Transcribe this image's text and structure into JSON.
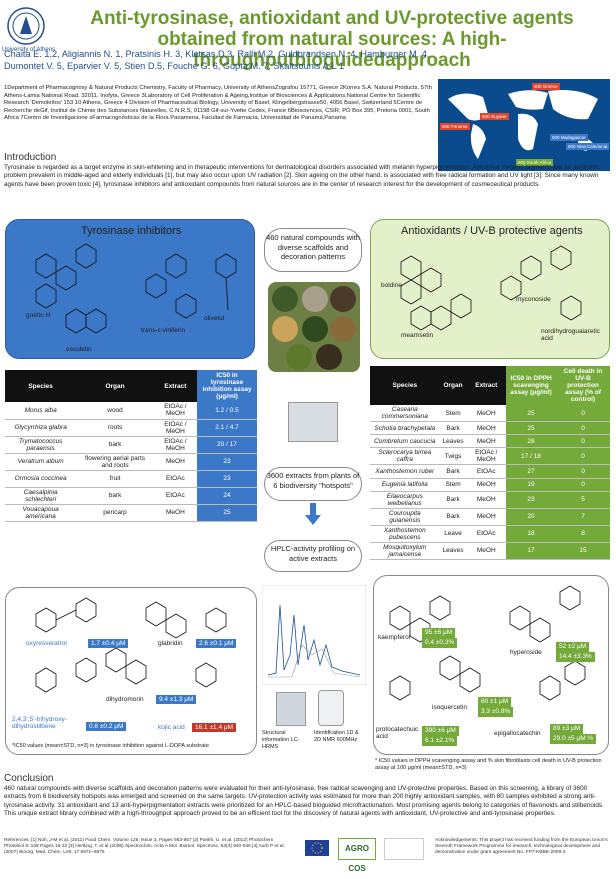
{
  "header": {
    "title": "Anti-tyrosinase, antioxidant and UV-protective agents obtained from natural sources: A high-throughputbioguidedapproach",
    "logo_label": "University of Athens",
    "authors": "Chaita E. 1,2, Aligiannis N. 1, Pratsinis H. 3, Kletsas D.3, Ralli M.2, Guldbrandsen N. 4, Hamburger M. 4, Dumontet V. 5, Eparvier V. 5, Stien D.5, Fouche G. 6, Gupta M. 7, Skaltsounis A-L 1",
    "affiliations": "1Department of Pharmacognosy & Natural Products Chemistry, Faculty of Pharmacy, University of AthensΖografou 15771, Greece 2Korres S.A. Natural Products, 57th Athens-Lamia National Road, 32011, Inofyta, Greece 3Laboratory of Cell Proliferation & Ageing,Institue of Biosciences & Applications,National Centre for Scientific Research 'Demokritos' 153 10 Athens, Greece 4 Division of Pharmaceutical Biology, University of Basel, Klingelbergstrasse50, 4056 Basel, Switzerland 5Centre de Recherche deGif, Institut de Chimie des Substances Naturelles, C.N.R.S, 91198 Gif-sur-Yvette Cedex, France 6Biosciences, CSIR, PO Box 395, Pretoria 0001, South Africa 7Centro de Investigacione sFarmacognósticas de la Flora Panamena, Facultad de Farmacia, Universidad de Panamá,Panama"
  },
  "map": {
    "labels": [
      "600 Panama",
      "600 Guyane",
      "600 Madagascar",
      "600 New Caledonia",
      "600 South Africa",
      "600 Greece"
    ]
  },
  "intro": {
    "heading": "Introduction",
    "text": "Tyrosinase is regarded as a target enzyme in skin-whitening and in therapeutic interventions for dermatological disorders associated with melanin hyperpigmentation. Abnormal melanin pigments are an aesthetic problem prevalent in middle-aged and elderly individuals [1], but may also occur upon UV radiation [2]. Skin ageing on the other hand, is associated with free radical formation and UV light [3]. Since many known agents have been proven toxic [4], tyrosinase inhibitors and antioxidant compounds from natural sources are in the center of research interest for the development of cosmeceutical products."
  },
  "tyrosinase_box": {
    "heading": "Tyrosinase inhibitors",
    "compounds": [
      "gnetin H",
      "trans-ε-viniferin",
      "olivetol",
      "esculetin"
    ]
  },
  "antiox_box": {
    "heading": "Antioxidants / UV-B protective agents",
    "compounds": [
      "boldine",
      "myconoside",
      "nordihydroguaiaretic acid",
      "mearnsetin"
    ]
  },
  "flow": {
    "step1": "460 natural compounds with diverse scaffolds and decoration patterns",
    "step2": "3600 extracts from plants of 6 biodiversity \"hotspots\"",
    "step3": "HPLC-activity profiling on active extracts",
    "inst1": "Structural information LC-HRMS",
    "inst2": "Identification 1D & 2D NMR 600MHz"
  },
  "table_left": {
    "headers": [
      "Species",
      "Organ",
      "Extract",
      "IC50 in tyrosinase inhibition assay (μg/ml)"
    ],
    "rows": [
      [
        "Morus alba",
        "wood",
        "EtOAc / MeOH",
        "1.2 / 0.5"
      ],
      [
        "Glycyrrhiza glabra",
        "roots",
        "EtOAc / MeOH",
        "2.1 / 4.7"
      ],
      [
        "Trymatococcus paraensis",
        "bark",
        "EtOAc / MeOH",
        "20 / 17"
      ],
      [
        "Veratrum album",
        "flowering aerial parts and roots",
        "MeOH",
        "23"
      ],
      [
        "Ormosia coccinea",
        "fruit",
        "EtOAc",
        "23"
      ],
      [
        "Caesalpinia schlechteri",
        "bark",
        "EtOAc",
        "24"
      ],
      [
        "Vouacapoua americana",
        "pericarp",
        "MeOH",
        "25"
      ]
    ]
  },
  "table_right": {
    "headers": [
      "Species",
      "Organ",
      "Extract",
      "IC50 in DPPH scavenging assay (μg/ml)",
      "Cell death in UV-B protection assay (% of control)"
    ],
    "rows": [
      [
        "Casearia commersoniana",
        "Stem",
        "MeOH",
        "25",
        "0"
      ],
      [
        "Schotia brachypetala",
        "Bark",
        "MeOH",
        "25",
        "0"
      ],
      [
        "Combretum caucucia",
        "Leaves",
        "MeOH",
        "28",
        "0"
      ],
      [
        "Sclerocarya birrea caffra",
        "Twigs",
        "EtOAc / MeOH",
        "17 / 18",
        "0"
      ],
      [
        "Xanthostemon ruber",
        "Bark",
        "EtOAc",
        "27",
        "0"
      ],
      [
        "Eugenia latifolia",
        "Stem",
        "MeOH",
        "19",
        "0"
      ],
      [
        "Elaeocarpus weibelianus",
        "Bark",
        "MeOH",
        "23",
        "5"
      ],
      [
        "Couroupita guianensis",
        "Bark",
        "MeOH",
        "20",
        "7"
      ],
      [
        "Xanthostemon pubescens",
        "Leave",
        "EtOAc",
        "18",
        "8"
      ],
      [
        "Mosquitoxylum jamaicense",
        "Leaves",
        "MeOH",
        "17",
        "15"
      ]
    ]
  },
  "bottom_left": {
    "compounds": [
      {
        "name": "oxyresveratrol",
        "value": "1.7 ±0.4 μM"
      },
      {
        "name": "glabridin",
        "value": "2.6 ±0.1 μM"
      },
      {
        "name": "dihydromorin",
        "value": "9.4 ±1.3 μM"
      },
      {
        "name": "2,4,3',5'-trihydroxy-dihydrostilbene",
        "value": "0.8 ±0.2 μM"
      },
      {
        "name": "kojic acid",
        "value": "16.1 ±1.4 μM"
      }
    ],
    "note": "*IC50 values (mean±STD, n=3) in tyrosinase inhibition against L-DOPA substrate"
  },
  "bottom_right": {
    "compounds": [
      {
        "name": "kaempferol",
        "v1": "95 ±6 μM",
        "v2": "0.4 ±0.3%"
      },
      {
        "name": "hyperoside",
        "v1": "52 ±2 μM",
        "v2": "14.4 ±3.3%"
      },
      {
        "name": "isoquercetin",
        "v1": "60 ±1 μM",
        "v2": "3.3 ±0.8%"
      },
      {
        "name": "protocatechuic acid",
        "v1": "390 ±6 μM",
        "v2": "6.1 ±2.1%"
      },
      {
        "name": "epigallocatechin",
        "v1": "89 ±3 μM",
        "v2": "29.0 ±5 μM %"
      }
    ],
    "note": "* IC50 values in DPPH scavenging assay and % skin fibroblasts cell death in UV-B protection assay at 100 μg/ml (mean±STD, n=3)"
  },
  "conclusion": {
    "heading": "Conclusion",
    "text": "460 natural compounds with diverse scaffolds and decoration patterns were evaluated for their anti-tyrosinase, free radical scavenging and UV-protective properties. Based on this screening, a library of 3600 extracts from 6 biodiversity hotspots was emerged and screened on the same targets. UV-protection activity was estimated for more than 200 highly antioxidant samples, with 80 samples exhibited a strong anti-tyrosinase activity. 31 antioxidant and 13 anti-hyperpigmentation extracts were prioritized for an HPLC-based bioguided microfractionation. Most promising agents belong to categories of flavonoids and stilbenoids. This unique extract library combined with a high-throughput approach proved to be an efficient tool for the discovery of natural agents with antioxidant, UV-protective and anti-tyrosinase properties."
  },
  "footer": {
    "refs": "References: [1] Noh, J-M et al. (2011) Food Chem. Volume 125, Issue 3, Pages 953-957 [2] Parikh, U. et al. (2012) Photochem Photobiol 8: 108 Pages 16-22 [3] Hertling, T. et al (2006) Spectrochim. Acta A Mol. Biomol. Spectrosc. 63(4) 840-845 [4] Aurb P et al. (2007) Bioorg. Med. Chem. Lett. 17 6871–6875",
    "agro_label": "AGRO COS",
    "ack": "Acknowledgements: This project has received funding from the European Union's Seventh Framework Programme for research, technological development and demonstration under grant agreement No. FP7-KBBE-2009-3"
  }
}
